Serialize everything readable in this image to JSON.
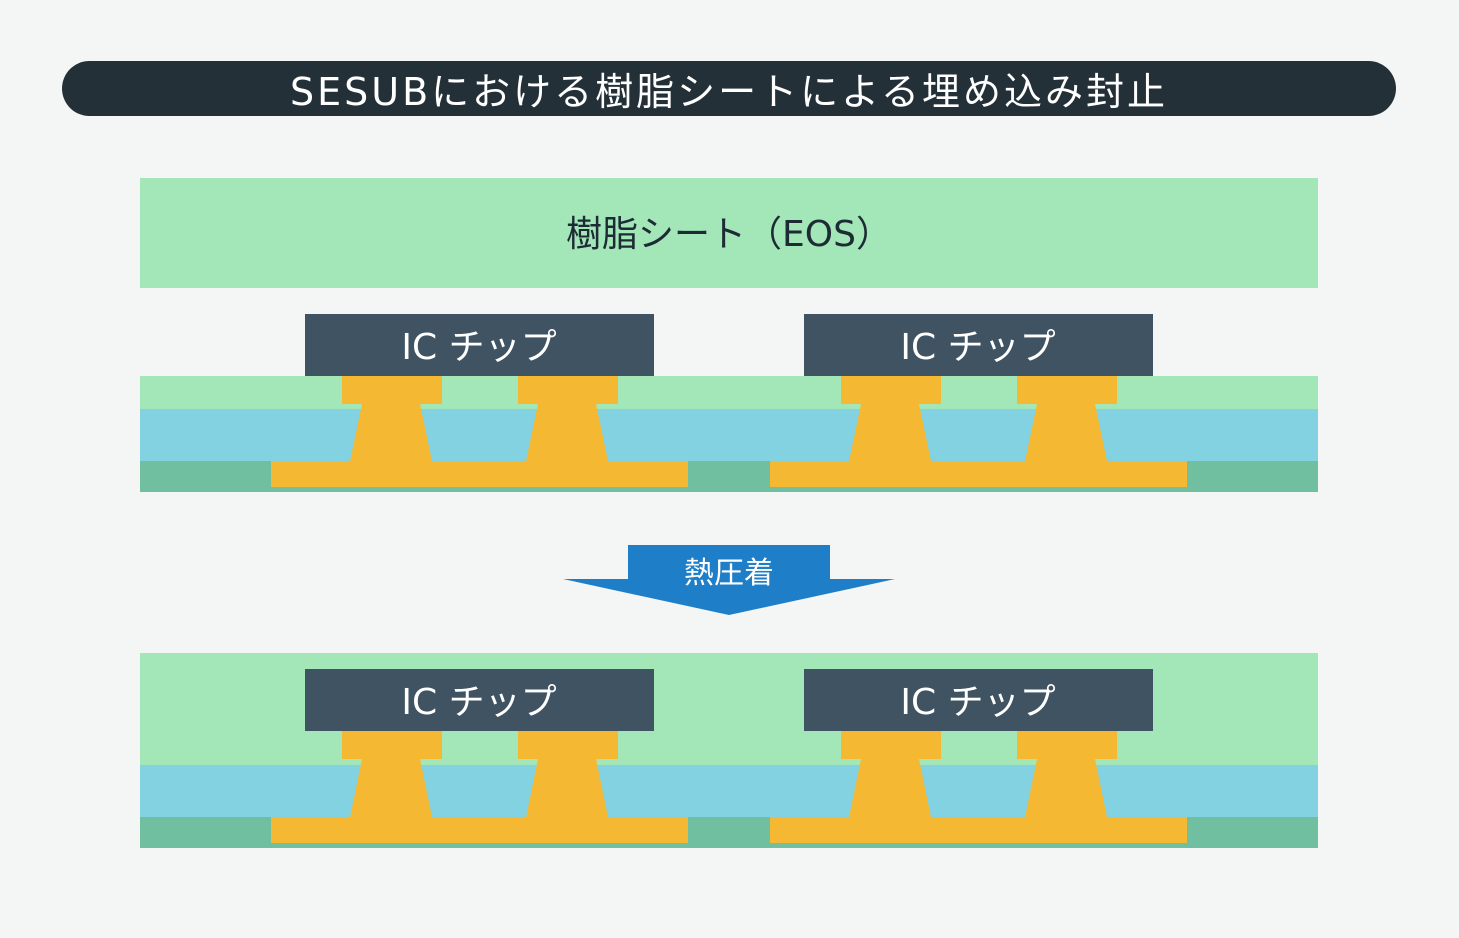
{
  "title": "SESUBにおける樹脂シートによる埋め込み封止",
  "resin_sheet_label": "樹脂シート（EOS）",
  "arrow_label": "熱圧着",
  "before": {
    "chips": [
      {
        "label": "IC チップ"
      },
      {
        "label": "IC チップ"
      }
    ]
  },
  "after": {
    "chips": [
      {
        "label": "IC チップ"
      },
      {
        "label": "IC チップ"
      }
    ]
  },
  "colors": {
    "title_bg": "#243038",
    "resin_green": "#a3e6b8",
    "substrate_blue": "#82d2e2",
    "base_teal": "#6fbfa0",
    "copper_gold": "#f5b833",
    "chip_slate": "#3f5362",
    "arrow_blue": "#1e7fc8"
  }
}
